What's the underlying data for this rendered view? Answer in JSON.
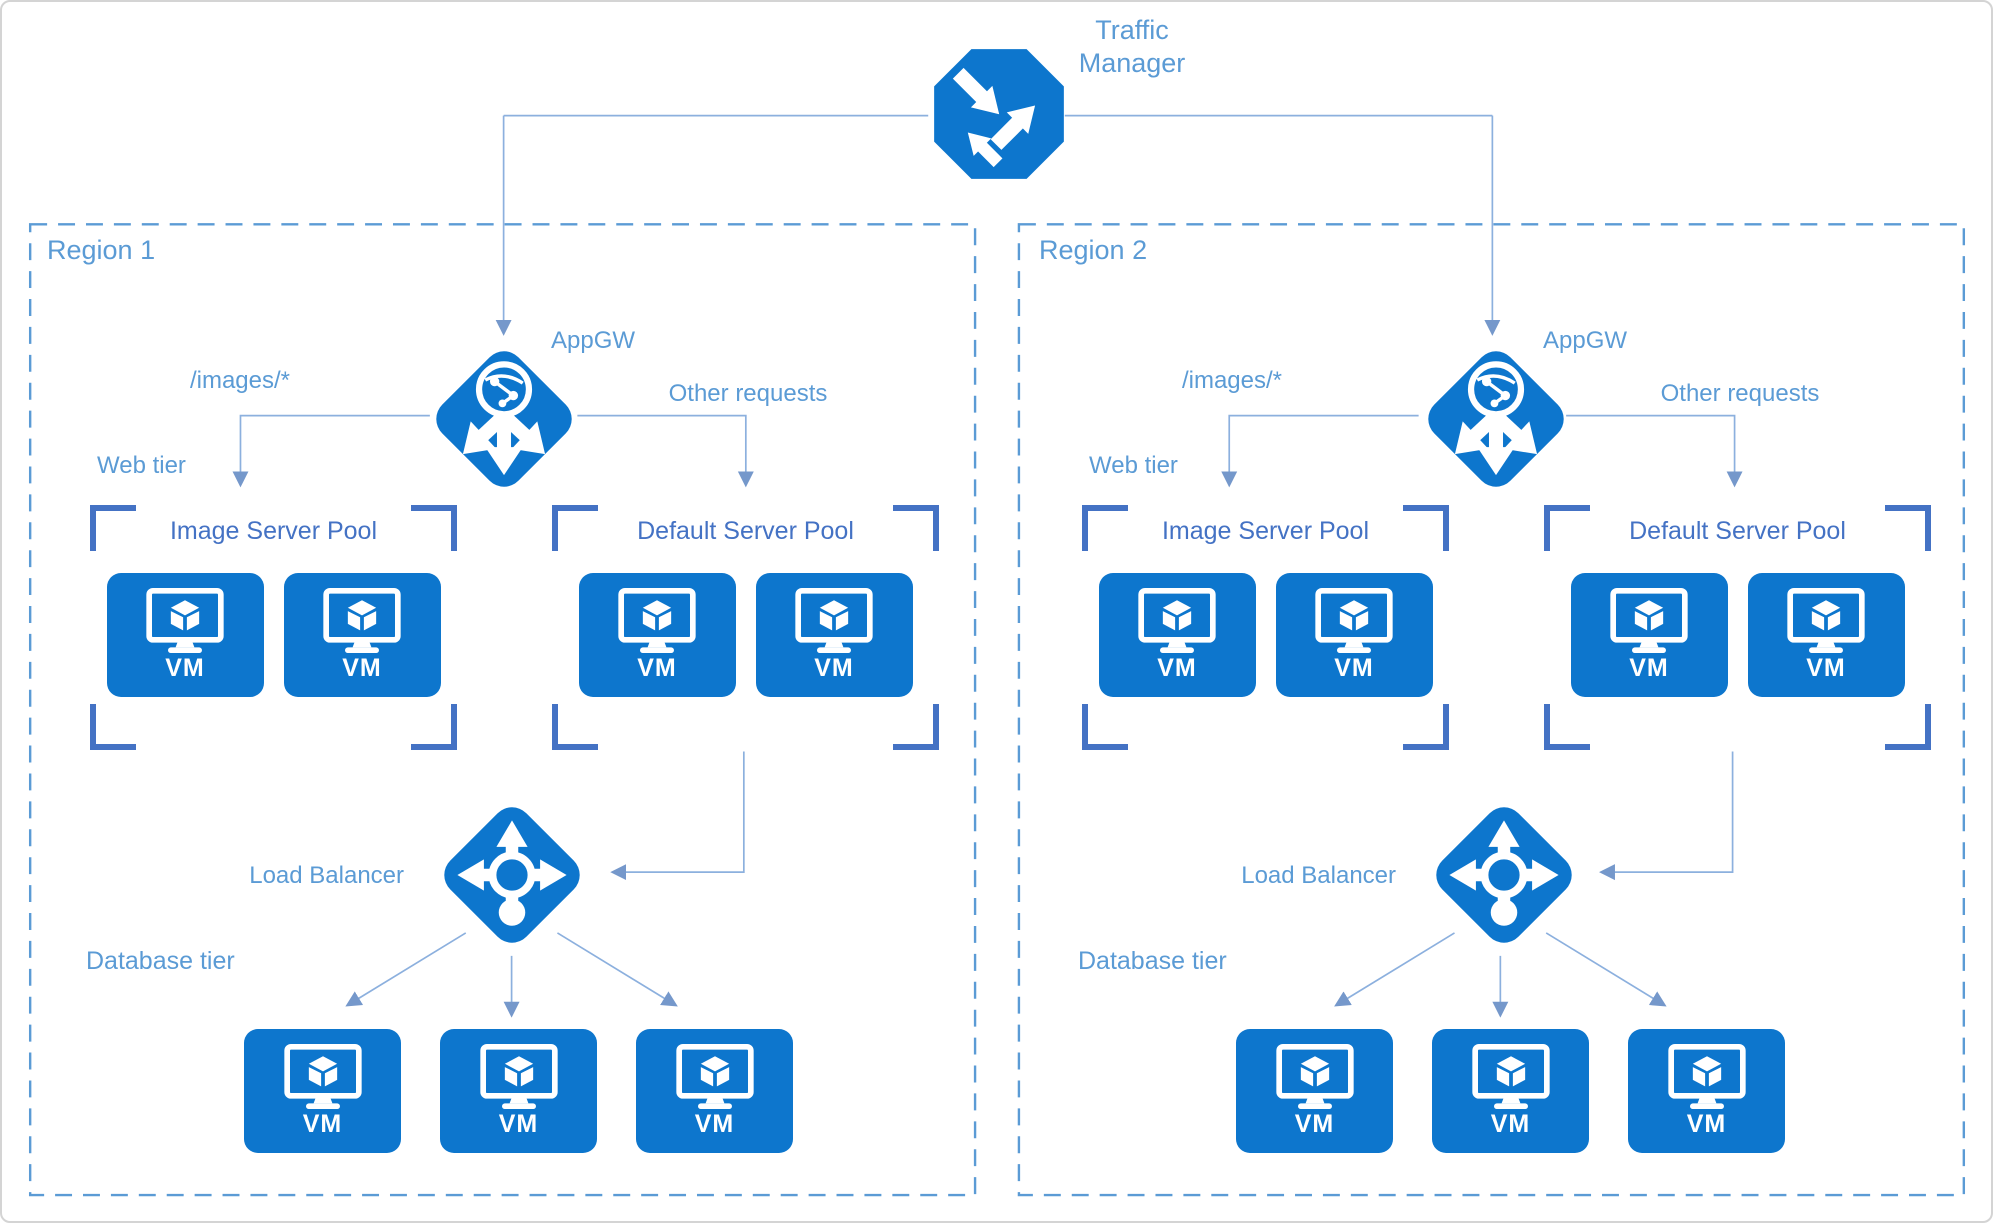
{
  "traffic_manager": {
    "label": "Traffic Manager"
  },
  "vm_label": "VM",
  "regions": [
    {
      "label": "Region 1",
      "appgw": "AppGW",
      "route_images": "/images/*",
      "route_other": "Other requests",
      "web_tier": "Web tier",
      "image_pool": "Image Server Pool",
      "default_pool": "Default Server Pool",
      "load_balancer": "Load Balancer",
      "database_tier": "Database tier"
    },
    {
      "label": "Region 2",
      "appgw": "AppGW",
      "route_images": "/images/*",
      "route_other": "Other requests",
      "web_tier": "Web tier",
      "image_pool": "Image Server Pool",
      "default_pool": "Default Server Pool",
      "load_balancer": "Load Balancer",
      "database_tier": "Database tier"
    }
  ],
  "colors": {
    "icon_blue": "#0d76cd",
    "label_blue": "#5b9bd5",
    "pool_title_blue": "#4472c4",
    "connector_line": "#8cb0de",
    "arrowhead": "#7598cb",
    "region_dash": "#5b9bd5",
    "page_border": "#d4d4d4"
  }
}
